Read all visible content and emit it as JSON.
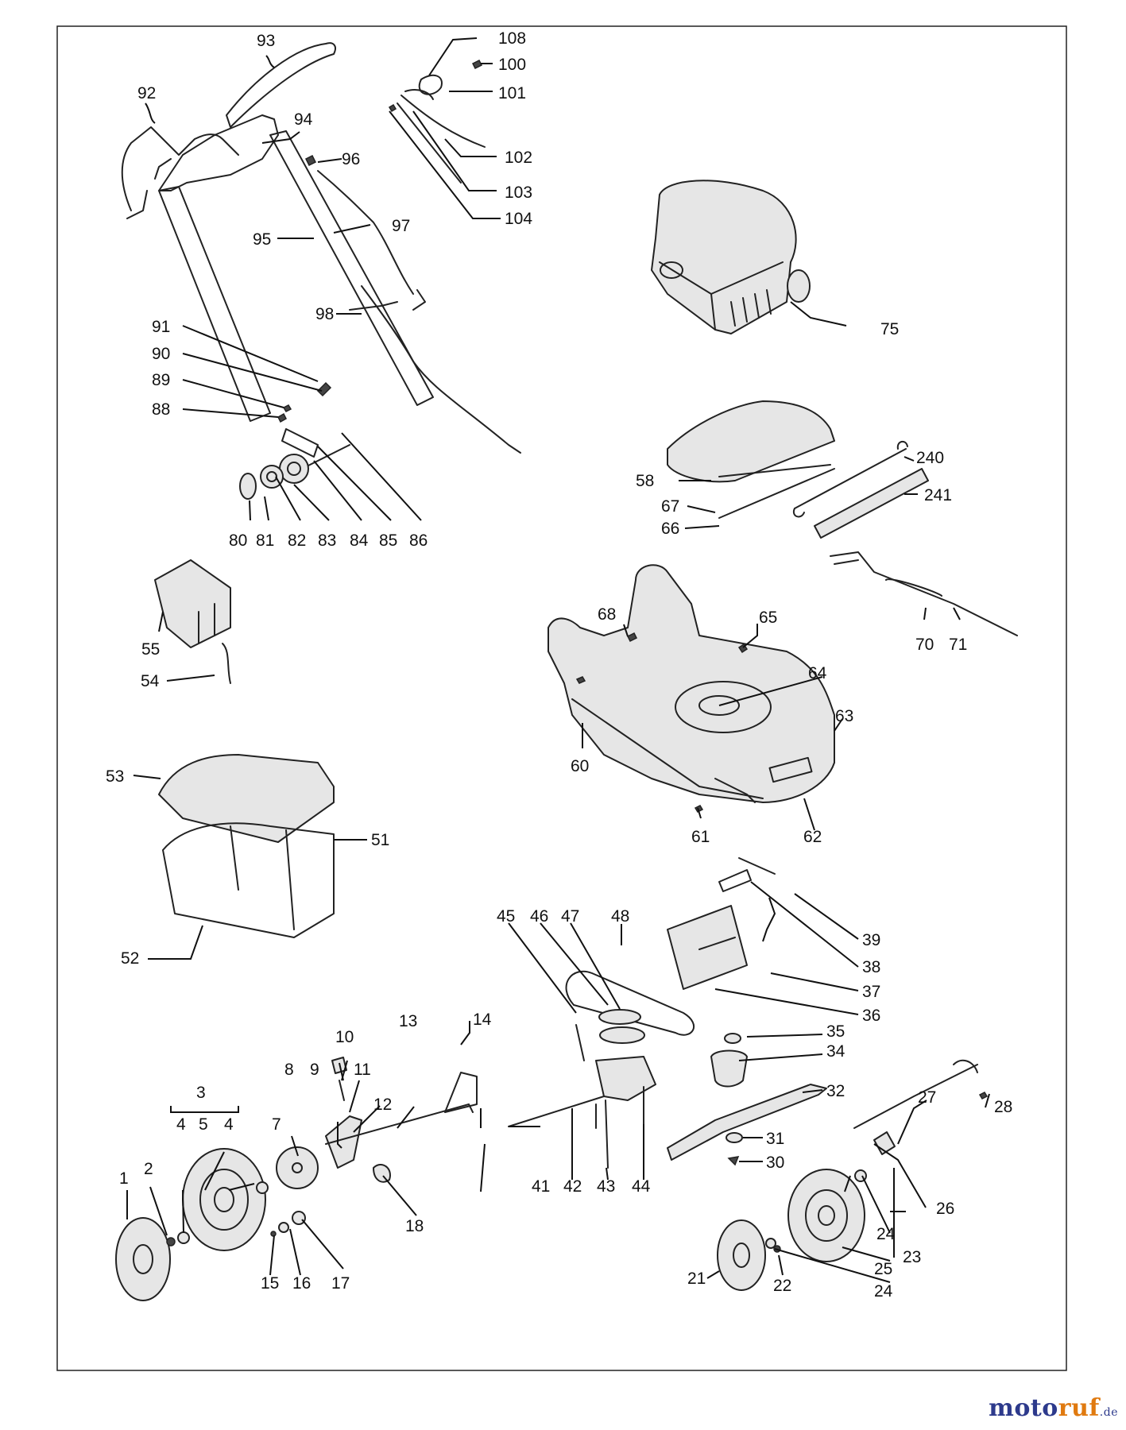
{
  "diagram": {
    "part_numbers": [
      "1",
      "2",
      "3",
      "4",
      "5",
      "4",
      "7",
      "8",
      "9",
      "10",
      "11",
      "12",
      "13",
      "14",
      "15",
      "16",
      "17",
      "18",
      "21",
      "22",
      "23",
      "24",
      "25",
      "24",
      "26",
      "27",
      "28",
      "30",
      "31",
      "32",
      "34",
      "35",
      "36",
      "37",
      "38",
      "39",
      "41",
      "42",
      "43",
      "44",
      "45",
      "46",
      "47",
      "48",
      "51",
      "52",
      "53",
      "54",
      "55",
      "58",
      "60",
      "61",
      "62",
      "63",
      "64",
      "65",
      "66",
      "67",
      "68",
      "70",
      "71",
      "75",
      "80",
      "81",
      "82",
      "83",
      "84",
      "85",
      "86",
      "88",
      "89",
      "90",
      "91",
      "92",
      "93",
      "94",
      "95",
      "96",
      "97",
      "98",
      "100",
      "101",
      "102",
      "103",
      "104",
      "108",
      "240",
      "241"
    ]
  },
  "brand": {
    "part1": "moto",
    "part2": "ruf",
    "suffix": ".de"
  }
}
